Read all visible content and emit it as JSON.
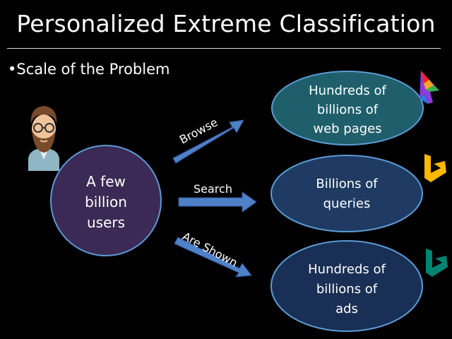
{
  "slide": {
    "title": "Personalized Extreme Classification",
    "bullet": "•Scale of the Problem"
  },
  "users_node": {
    "lines": [
      "A few",
      "billion",
      "users"
    ]
  },
  "targets": [
    {
      "lines": [
        "Hundreds of",
        "billions of",
        "web pages"
      ]
    },
    {
      "lines": [
        "Billions of",
        "queries"
      ]
    },
    {
      "lines": [
        "Hundreds of",
        "billions of",
        "ads"
      ]
    }
  ],
  "arrows": {
    "browse": "Browse",
    "search": "Search",
    "are_shown": "Are Shown"
  },
  "icons": {
    "user_avatar": "bearded-man-avatar-icon",
    "web_logo": "colorful-cursor-logo-icon",
    "search_logo": "bing-logo-icon",
    "ads_logo": "bing-logo-icon"
  },
  "colors": {
    "background": "#000000",
    "users_fill": "#3b2a55",
    "webpages_fill": "#1f5f6b",
    "queries_fill": "#1f3b63",
    "ads_fill": "#1a2f55",
    "node_stroke": "#5b9bd5",
    "arrow_fill": "#4f81c7",
    "bing_orange": "#ffb900",
    "bing_teal": "#008373"
  }
}
